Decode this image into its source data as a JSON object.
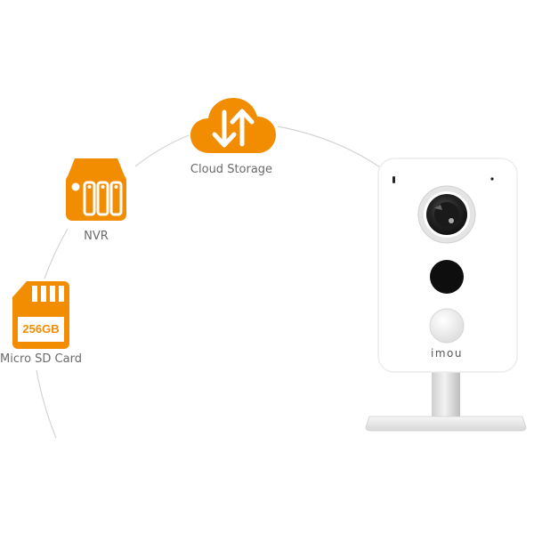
{
  "brand": {
    "accent_color": "#f28c00",
    "line_color": "#cfcfcf",
    "label_color": "#6b6b6b"
  },
  "storage_options": [
    {
      "label": "Cloud Storage",
      "icon": "cloud-upload-download-icon"
    },
    {
      "label": "NVR",
      "icon": "nvr-icon"
    },
    {
      "label": "Micro SD Card",
      "icon": "sd-card-icon",
      "capacity": "256GB"
    }
  ],
  "camera": {
    "brand_logo": "imou"
  }
}
